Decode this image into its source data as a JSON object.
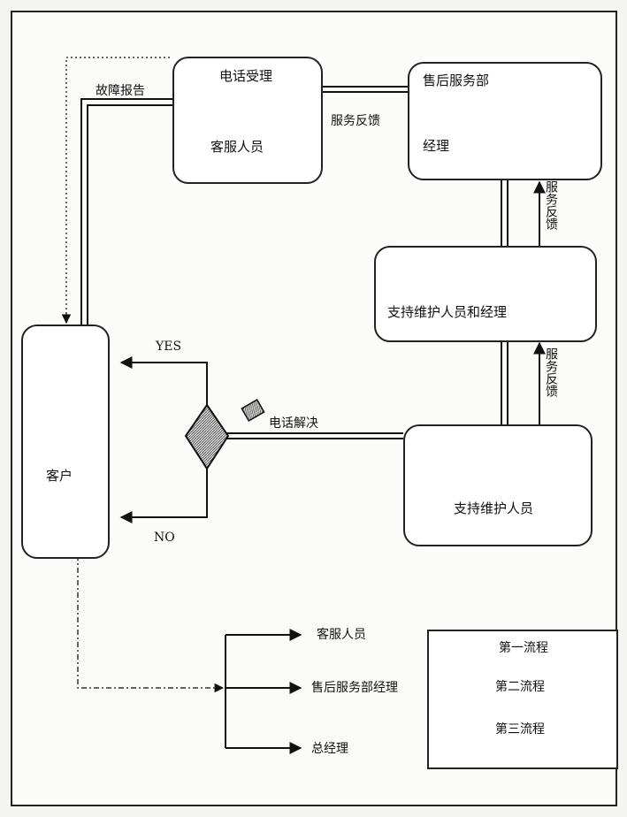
{
  "nodes": {
    "phone_intake": {
      "title": "电话受理",
      "role": "客服人员"
    },
    "after_sales": {
      "title": "售后服务部",
      "role": "经理"
    },
    "support_team": {
      "role": "支持维护人员和经理"
    },
    "support_staff": {
      "role": "支持维护人员"
    },
    "customer": {
      "role": "客户"
    }
  },
  "edges": {
    "fault_report": "故障报告",
    "service_feedback_1": "服务反馈",
    "service_feedback_2": "服务反馈",
    "service_feedback_3": "服务反馈",
    "phone_resolve": "电话解决",
    "yes": "YES",
    "no": "NO"
  },
  "escalation_targets": [
    "客服人员",
    "售后服务部经理",
    "总经理"
  ],
  "legend": {
    "items": [
      "第一流程",
      "第二流程",
      "第三流程"
    ]
  }
}
